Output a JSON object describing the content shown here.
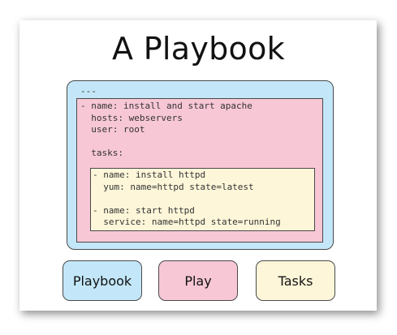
{
  "title": "A Playbook",
  "yaml": {
    "document_start": "---",
    "play_lines": "- name: install and start apache\n  hosts: webservers\n  user: root\n\n  tasks:",
    "task_lines": "- name: install httpd\n  yum: name=httpd state=latest\n\n- name: start httpd\n  service: name=httpd state=running"
  },
  "legend": {
    "playbook": "Playbook",
    "play": "Play",
    "tasks": "Tasks"
  },
  "colors": {
    "playbook": "#c3e7f8",
    "play": "#f7c7d6",
    "tasks": "#fdf6d9"
  }
}
